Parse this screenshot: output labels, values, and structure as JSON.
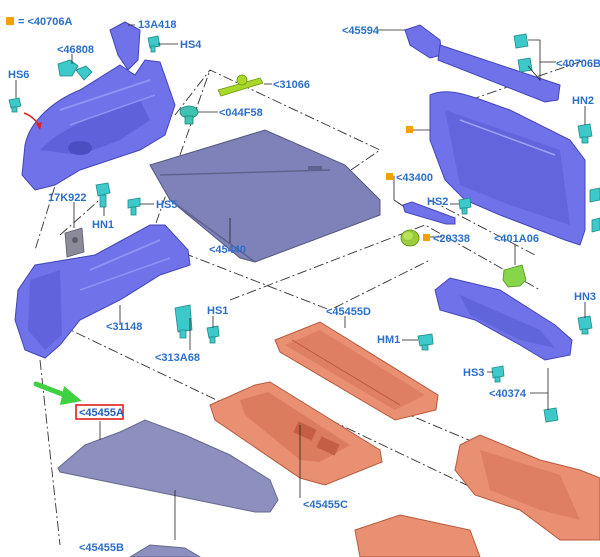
{
  "legend": {
    "marker_color": "#f5a000",
    "text": "= <40706A"
  },
  "labels": {
    "13A418": "13A418",
    "HS4": "HS4",
    "46808": "<46808",
    "HS6": "HS6",
    "31066": "<31066",
    "044F58": "<044F58",
    "17K922": "17K922",
    "HN1": "HN1",
    "HS5": "HS5",
    "45440": "<45440",
    "31148": "<31148",
    "HS1": "HS1",
    "313A68": "<313A68",
    "45594": "<45594",
    "40706B": "<40706B",
    "HN2": "HN2",
    "43400": "<43400",
    "HS2": "HS2",
    "20338": "<20338",
    "401A06": "<401A06",
    "HN3": "HN3",
    "45455D": "<45455D",
    "HM1": "HM1",
    "HS3": "HS3",
    "40374": "<40374",
    "45455A": "<45455A",
    "45455C": "<45455C",
    "45455B": "<45455B"
  },
  "colors": {
    "label_blue": "#2c6fc9",
    "trim_purple": "#6f72e8",
    "orange_part": "#e98f72",
    "clip_teal": "#3dc9c9",
    "arrow_green": "#3fd13f",
    "highlight_red": "#e0201a"
  }
}
